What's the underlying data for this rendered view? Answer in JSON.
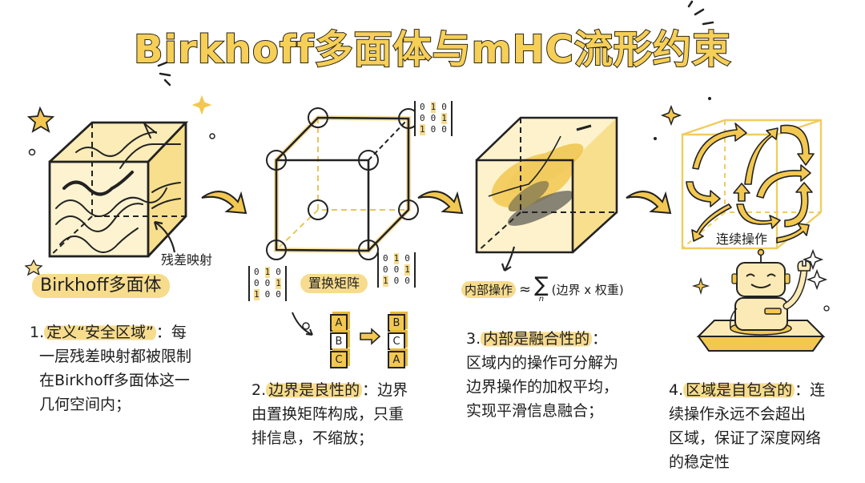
{
  "title": "Birkhoff多面体与mHC流形约束",
  "colors": {
    "accent": "#f3c850",
    "highlight": "#f7dc8e",
    "ink": "#1e1e1e",
    "background": "#ffffff"
  },
  "panels": [
    {
      "id": "panel-1",
      "illustration": "cube-with-wavy-arrows",
      "annotation": "残差映射",
      "caption": "Birkhoff多面体",
      "description": {
        "number": "1.",
        "highlight": "定义“安全区域”",
        "rest_lines": [
          "：每",
          "一层残差映射都被限制",
          "在Birkhoff多面体这一",
          "几何空间内；"
        ]
      }
    },
    {
      "id": "panel-2",
      "illustration": "cube-with-circled-vertices",
      "caption": "置换矩阵",
      "matrix": [
        [
          "0",
          "1",
          "0"
        ],
        [
          "0",
          "0",
          "1"
        ],
        [
          "1",
          "0",
          "0"
        ]
      ],
      "blocks_before": [
        "A",
        "B",
        "C"
      ],
      "blocks_after": [
        "B",
        "C",
        "A"
      ],
      "description": {
        "number": "2.",
        "highlight": "边界是良性的",
        "rest_lines": [
          "：边界",
          "由置换矩阵构成，只重",
          "排信息，不缩放；"
        ]
      }
    },
    {
      "id": "panel-3",
      "illustration": "cube-with-blended-interior",
      "formula": {
        "lhs": "内部操作",
        "approx": "≈",
        "sum": "∑",
        "sub": "n",
        "rhs": "(边界 x 权重)"
      },
      "description": {
        "number": "3.",
        "highlight": "内部是融合性的",
        "rest_lines": [
          "：",
          "区域内的操作可分解为",
          "边界操作的加权平均，",
          "实现平滑信息融合；"
        ]
      }
    },
    {
      "id": "panel-4",
      "illustration": "cube-with-looping-arrows",
      "annotation": "连续操作",
      "robot": "robot-waving-on-platform",
      "description": {
        "number": "4.",
        "highlight": "区域是自包含的",
        "rest_lines": [
          "：连",
          "续操作永远不会超出",
          "区域，保证了深度网络",
          "的稳定性"
        ]
      }
    }
  ]
}
